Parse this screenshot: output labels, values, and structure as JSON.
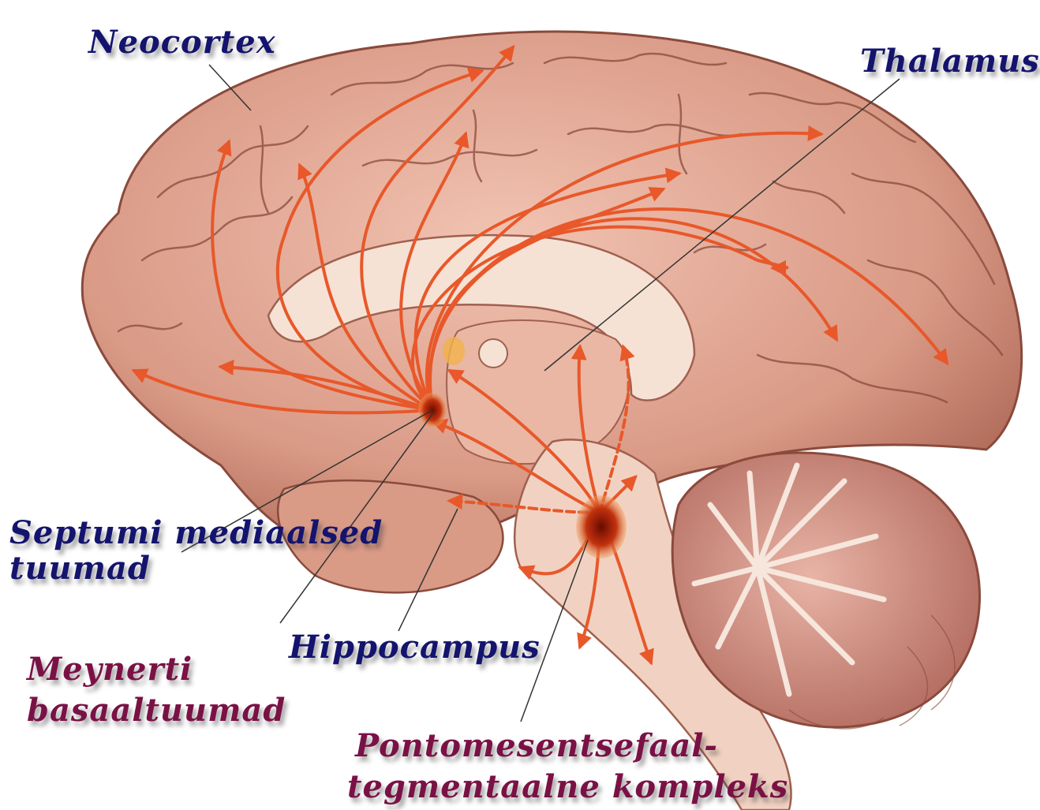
{
  "labels": {
    "neocortex": "Neocortex",
    "thalamus": "Thalamus",
    "septumi_line1": "Septumi mediaalsed",
    "septumi_line2": "tuumad",
    "hippocampus": "Hippocampus",
    "meynerti_line1": "Meynerti",
    "meynerti_line2": "basaaltuumad",
    "ppt_line1": "Pontomesentsefaal-",
    "ppt_line2": "tegmentaalne kompleks"
  },
  "colors": {
    "label_blue": "#14146e",
    "label_maroon": "#7a1145",
    "brain_fill": "#d99a86",
    "gyri_line": "#8a4a3c",
    "pathway": "#e8582a",
    "nucleus": "#a8200c",
    "cerebellum": "#c98478"
  }
}
